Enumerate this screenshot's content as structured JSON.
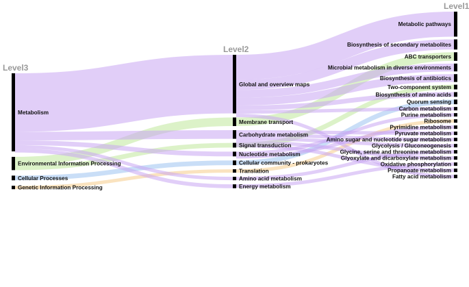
{
  "chart_data": {
    "type": "sankey",
    "title": "",
    "column_titles": {
      "level3": "Level3",
      "level2": "Level2",
      "level1": "Level1"
    },
    "colors": {
      "Metabolism": "#c9a6f2",
      "Environmental Information Processing": "#bfe89a",
      "Cellular Processes": "#9cc3f0",
      "Genetic Information Processing": "#f5cc8a"
    },
    "level3": [
      {
        "name": "Metabolism",
        "value": 100
      },
      {
        "name": "Environmental Information Processing",
        "value": 17
      },
      {
        "name": "Cellular Processes",
        "value": 6
      },
      {
        "name": "Genetic Information Processing",
        "value": 3
      }
    ],
    "level2": [
      {
        "name": "Global and overview maps",
        "value": 75,
        "parent": "Metabolism"
      },
      {
        "name": "Membrane transport",
        "value": 11,
        "parent": "Environmental Information Processing"
      },
      {
        "name": "Carbohydrate metabolism",
        "value": 11,
        "parent": "Metabolism"
      },
      {
        "name": "Signal transduction",
        "value": 6,
        "parent": "Environmental Information Processing"
      },
      {
        "name": "Nucleotide metabolism",
        "value": 6,
        "parent": "Metabolism"
      },
      {
        "name": "Cellular community - prokaryotes",
        "value": 6,
        "parent": "Cellular Processes"
      },
      {
        "name": "Translation",
        "value": 3,
        "parent": "Genetic Information Processing"
      },
      {
        "name": "Amino acid metabolism",
        "value": 3,
        "parent": "Metabolism"
      },
      {
        "name": "Energy metabolism",
        "value": 5,
        "parent": "Metabolism"
      }
    ],
    "level1": [
      {
        "name": "Metabolic pathways",
        "value": 32,
        "parent": "Global and overview maps"
      },
      {
        "name": "Biosynthesis of secondary metabolites",
        "value": 13,
        "parent": "Global and overview maps"
      },
      {
        "name": "ABC transporters",
        "value": 11,
        "parent": "Membrane transport"
      },
      {
        "name": "Microbial metabolism in diverse environments",
        "value": 10,
        "parent": "Global and overview maps"
      },
      {
        "name": "Biosynthesis of antibiotics",
        "value": 10,
        "parent": "Global and overview maps"
      },
      {
        "name": "Two-component system",
        "value": 6,
        "parent": "Signal transduction"
      },
      {
        "name": "Biosynthesis of amino acids",
        "value": 6,
        "parent": "Global and overview maps"
      },
      {
        "name": "Quorum sensing",
        "value": 6,
        "parent": "Cellular community - prokaryotes"
      },
      {
        "name": "Carbon metabolism",
        "value": 4,
        "parent": "Global and overview maps"
      },
      {
        "name": "Purine metabolism",
        "value": 3,
        "parent": "Nucleotide metabolism"
      },
      {
        "name": "Ribosome",
        "value": 3,
        "parent": "Translation"
      },
      {
        "name": "Pyrimidine metabolism",
        "value": 3,
        "parent": "Nucleotide metabolism"
      },
      {
        "name": "Pyruvate metabolism",
        "value": 3,
        "parent": "Carbohydrate metabolism"
      },
      {
        "name": "Amino sugar and nucleotide sugar metabolism",
        "value": 2,
        "parent": "Carbohydrate metabolism"
      },
      {
        "name": "Glycolysis / Gluconeogenesis",
        "value": 2,
        "parent": "Carbohydrate metabolism"
      },
      {
        "name": "Glycine, serine and threonine metabolism",
        "value": 2,
        "parent": "Amino acid metabolism"
      },
      {
        "name": "Glyoxylate and dicarboxylate metabolism",
        "value": 2,
        "parent": "Carbohydrate metabolism"
      },
      {
        "name": "Oxidative phosphorylation",
        "value": 2,
        "parent": "Energy metabolism"
      },
      {
        "name": "Propanoate metabolism",
        "value": 2,
        "parent": "Carbohydrate metabolism"
      },
      {
        "name": "Fatty acid metabolism",
        "value": 2,
        "parent": "Global and overview maps"
      }
    ]
  }
}
